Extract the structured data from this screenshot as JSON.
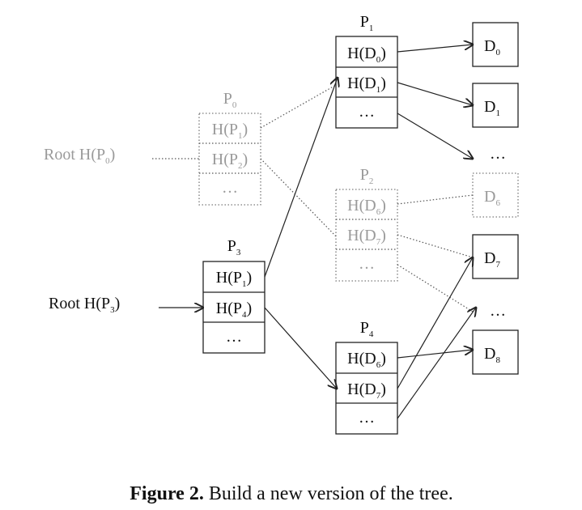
{
  "nodes": {
    "p0": {
      "name": {
        "base": "P",
        "sub": "0"
      },
      "cells": [
        {
          "base": "H(P",
          "sub": "1",
          "tail": ")"
        },
        {
          "base": "H(P",
          "sub": "2",
          "tail": ")"
        },
        {
          "base": "…",
          "sub": "",
          "tail": ""
        }
      ]
    },
    "p1": {
      "name": {
        "base": "P",
        "sub": "1"
      },
      "cells": [
        {
          "base": "H(D",
          "sub": "0",
          "tail": ")"
        },
        {
          "base": "H(D",
          "sub": "1",
          "tail": ")"
        },
        {
          "base": "…",
          "sub": "",
          "tail": ""
        }
      ]
    },
    "p2": {
      "name": {
        "base": "P",
        "sub": "2"
      },
      "cells": [
        {
          "base": "H(D",
          "sub": "6",
          "tail": ")"
        },
        {
          "base": "H(D",
          "sub": "7",
          "tail": ")"
        },
        {
          "base": "…",
          "sub": "",
          "tail": ""
        }
      ]
    },
    "p3": {
      "name": {
        "base": "P",
        "sub": "3"
      },
      "cells": [
        {
          "base": "H(P",
          "sub": "1",
          "tail": ")"
        },
        {
          "base": "H(P",
          "sub": "4",
          "tail": ")"
        },
        {
          "base": "…",
          "sub": "",
          "tail": ""
        }
      ]
    },
    "p4": {
      "name": {
        "base": "P",
        "sub": "4"
      },
      "cells": [
        {
          "base": "H(D",
          "sub": "6",
          "tail": ")"
        },
        {
          "base": "H(D",
          "sub": "7",
          "tail": ")"
        },
        {
          "base": "…",
          "sub": "",
          "tail": ""
        }
      ]
    }
  },
  "data_blocks": {
    "d0": {
      "base": "D",
      "sub": "0"
    },
    "d1": {
      "base": "D",
      "sub": "1"
    },
    "d6": {
      "base": "D",
      "sub": "6"
    },
    "d7": {
      "base": "D",
      "sub": "7"
    },
    "d8": {
      "base": "D",
      "sub": "8"
    }
  },
  "ellipses": {
    "upper": "…",
    "lower": "…"
  },
  "roots": {
    "old": {
      "base": "Root H(P",
      "sub": "0",
      "tail": ")"
    },
    "new": {
      "base": "Root H(P",
      "sub": "3",
      "tail": ")"
    }
  },
  "caption": {
    "label": "Figure 2.",
    "text": " Build a new version of the tree."
  },
  "colors": {
    "current": "#111111",
    "old_version": "#9a9a9a"
  }
}
